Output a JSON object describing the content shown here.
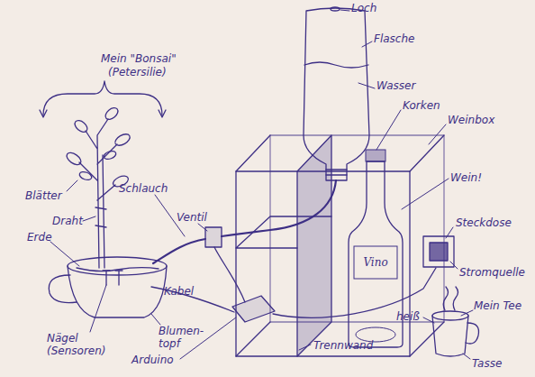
{
  "diagram": {
    "nodes": [
      {
        "text": [
          "Vino"
        ]
      }
    ],
    "labels": [
      "Loch",
      "Flasche",
      "Mein \"Bonsai\"",
      "(Petersilie)",
      "Wasser",
      "Korken",
      "Weinbox",
      "Wein!",
      "Blätter",
      "Schlauch",
      "Draht",
      "Ventil",
      "Erde",
      "Steckdose",
      "Stromquelle",
      "Kabel",
      "heiß",
      "Mein Tee",
      "Nägel (Sensoren)",
      "Blumen- topf",
      "Trennwand",
      "Tasse",
      "Arduino"
    ]
  }
}
